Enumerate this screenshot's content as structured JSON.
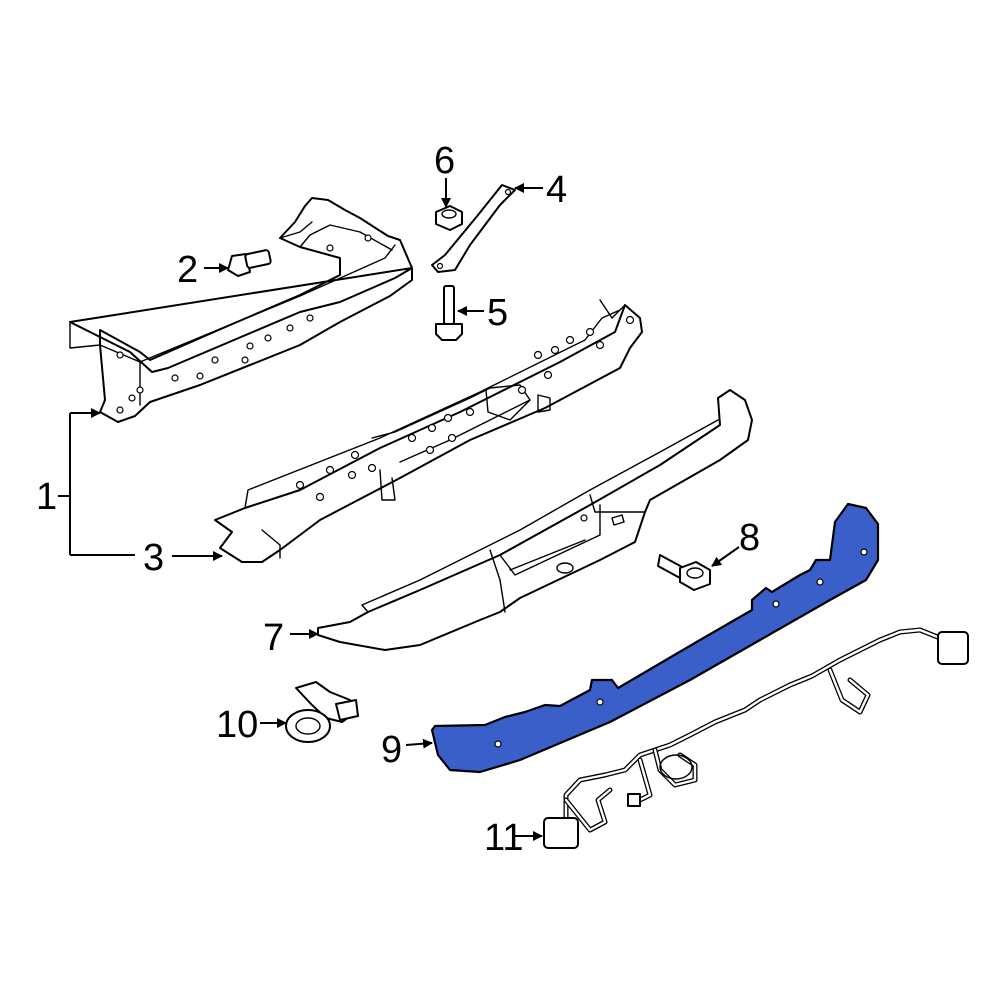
{
  "diagram": {
    "callouts": {
      "c1": "1",
      "c2": "2",
      "c3": "3",
      "c4": "4",
      "c5": "5",
      "c6": "6",
      "c7": "7",
      "c8": "8",
      "c9": "9",
      "c10": "10",
      "c11": "11"
    },
    "colors": {
      "highlight": "#3a5fc8",
      "outline": "#000000",
      "background": "#ffffff"
    }
  }
}
